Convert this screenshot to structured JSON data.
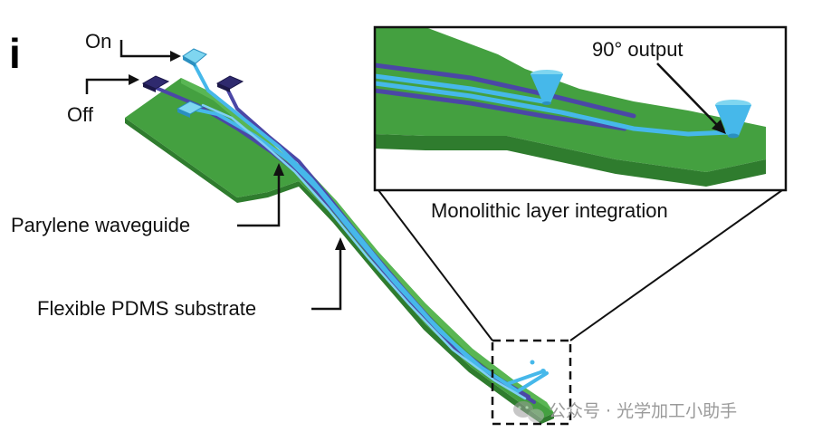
{
  "panel_label": "i",
  "labels": {
    "on": "On",
    "off": "Off",
    "parylene": "Parylene waveguide",
    "substrate": "Flexible PDMS substrate",
    "output": "90° output",
    "integration": "Monolithic layer integration"
  },
  "watermark": "公众号 · 光学加工小助手",
  "colors": {
    "substrate": "#3f9a3c",
    "substrate_top": "#5cbf52",
    "waveguide_light": "#46b8ea",
    "waveguide_dark": "#4b47a6",
    "pad_dark": "#2f2a6e",
    "pad_light": "#7fd6f0"
  }
}
